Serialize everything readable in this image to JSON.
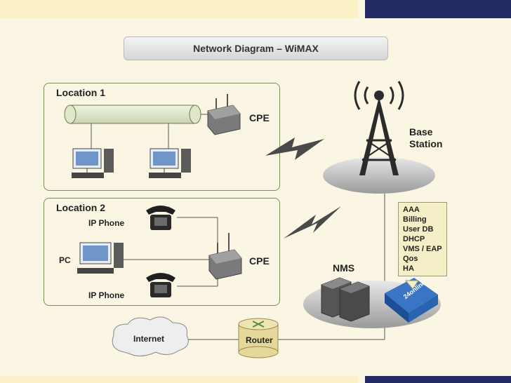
{
  "title": "Network Diagram – WiMAX",
  "location1": {
    "label": "Location 1",
    "cpe_label": "CPE"
  },
  "location2": {
    "label": "Location 2",
    "cpe_label": "CPE",
    "ip_phone_top": "IP Phone",
    "pc_label": "PC",
    "ip_phone_bottom": "IP Phone"
  },
  "base_station": {
    "label_line1": "Base",
    "label_line2": "Station"
  },
  "services": [
    "AAA",
    "Billing",
    "User DB",
    "DHCP",
    "VMS / EAP",
    "Qos",
    "HA"
  ],
  "nms_label": "NMS",
  "internet_label": "Internet",
  "router_label": "Router",
  "appliance_text": "24online",
  "colors": {
    "navy": "#242a63",
    "cream": "#fbf6e4",
    "box_border": "#7a8c5a",
    "bolt": "#4a4a4a",
    "appliance": "#1e5aa8"
  }
}
